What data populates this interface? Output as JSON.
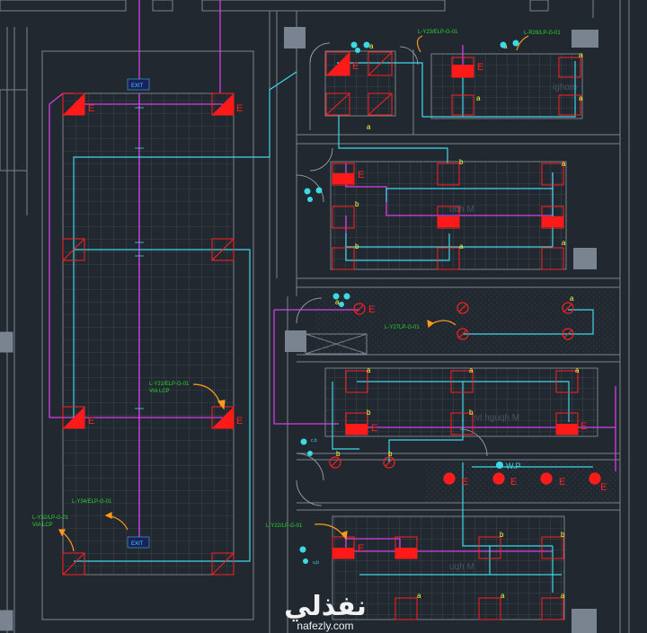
{
  "labels": {
    "exit_top": "EXIT",
    "exit_bottom": "EXIT",
    "ly23": "L-Y23/ELP-G-01",
    "lr26": "L-R26/LP-G-01",
    "ly21": "L-Y21/ELP-G-01",
    "ly21_via": "VIA LCP",
    "ly34": "L-Y34/ELP-G-01",
    "ly32": "L-Y32/LP-G-01",
    "ly32_via": "VIA LCP",
    "ly27": "L-Y27LP-G-01",
    "ly22": "L-Y22/LP-G-01",
    "wp": "W.P",
    "room1": "ighom",
    "room2": "udh M",
    "room3": "uqh M",
    "room4": "uqh M",
    "room5": "ivl hguqh M",
    "small_ab": "a",
    "small_b": "b",
    "small_e": "E",
    "cb": "c,b",
    "ub": "u,b"
  },
  "watermark": {
    "arabic": "نفذلي",
    "latin": "nafezly.com"
  },
  "colors": {
    "background": "#212830",
    "grid": "#4b5562",
    "wall": "#7a8390",
    "cyan": "#3cd9e6",
    "magenta": "#d63ee6",
    "red": "#ff1a1a",
    "yellow": "#ffff33",
    "green": "#2bd62b",
    "orange": "#ff9a1a"
  }
}
